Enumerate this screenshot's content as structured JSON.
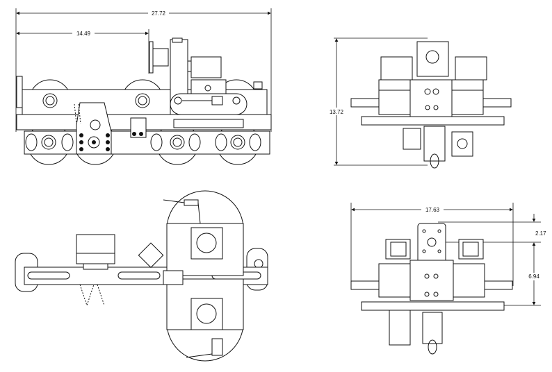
{
  "drawing": {
    "side_view": {
      "overall_length": "27.72",
      "partial_length": "14.49"
    },
    "front_view": {
      "overall_height": "13.72"
    },
    "rear_view": {
      "overall_width": "17.63",
      "top_offset": "2.17",
      "lower_height": "6.94"
    },
    "plan_view": {}
  },
  "colors": {
    "line": "#111111",
    "background": "#ffffff"
  }
}
